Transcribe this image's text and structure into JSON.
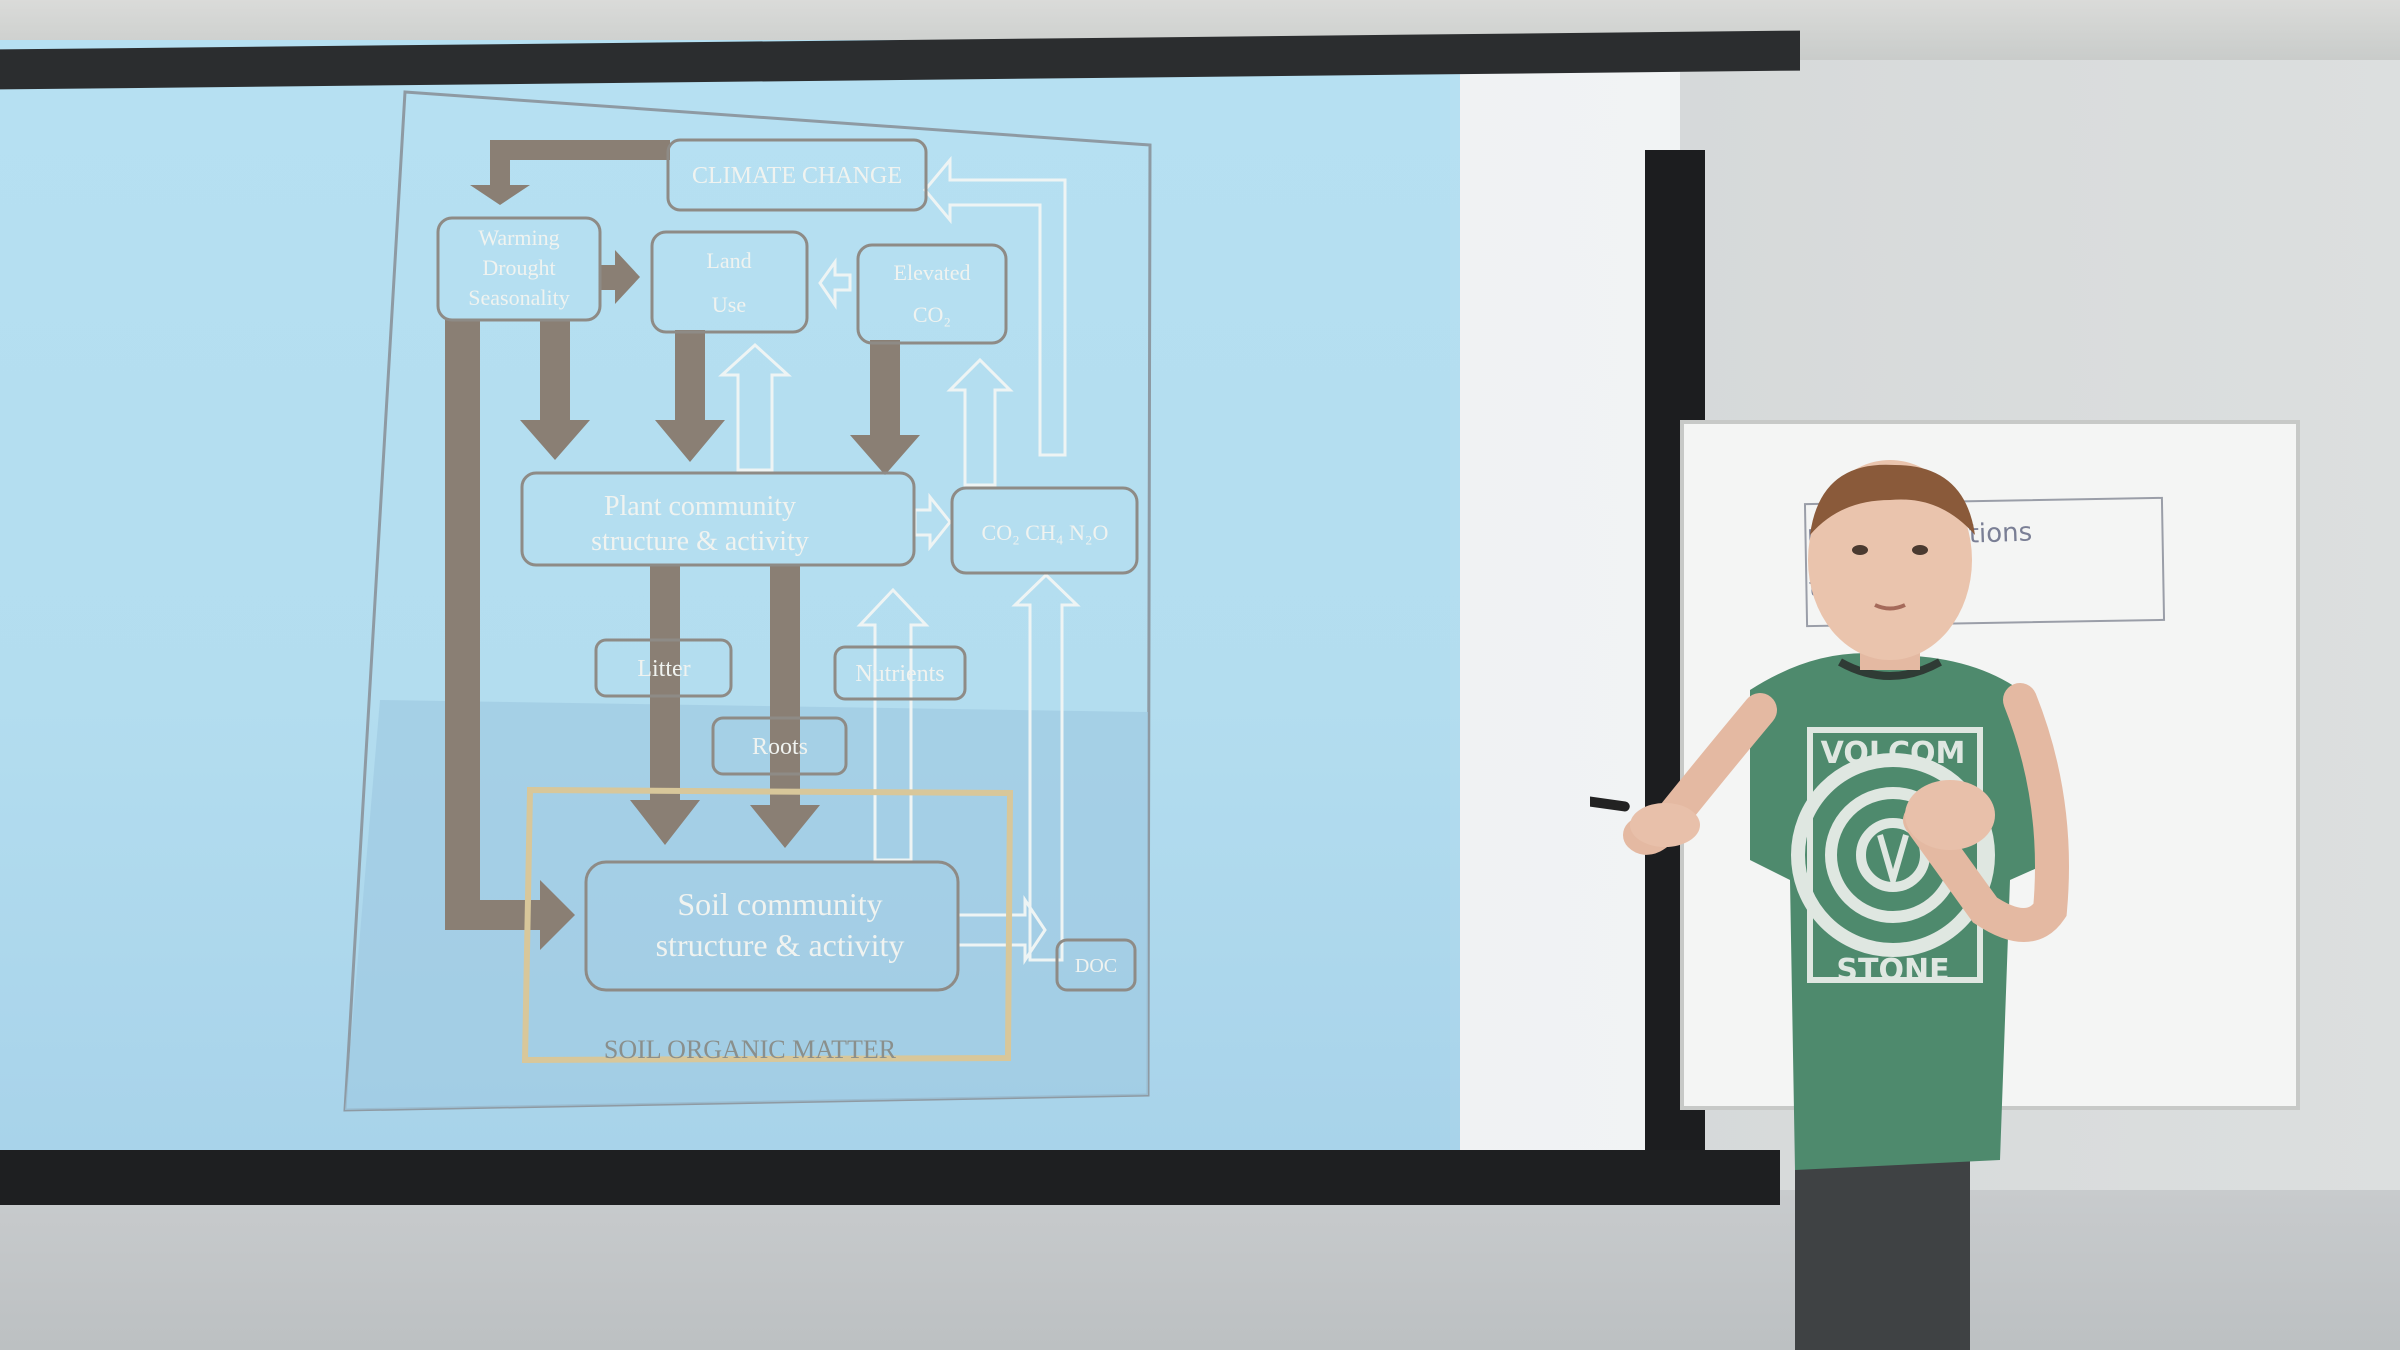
{
  "slide": {
    "climate_change": "CLIMATE CHANGE",
    "warming": [
      "Warming",
      "Drought",
      "Seasonality"
    ],
    "land_use": [
      "Land",
      "Use"
    ],
    "elevated_co2": [
      "Elevated",
      "CO₂"
    ],
    "plant_community": [
      "Plant  community",
      "structure & activity"
    ],
    "gases": "CO₂ CH₄ N₂O",
    "litter": "Litter",
    "nutrients": "Nutrients",
    "roots": "Roots",
    "soil_community": [
      "Soil community",
      "structure &  activity"
    ],
    "doc": "DOC",
    "soil_organic_matter": "SOIL ORGANIC MATTER"
  },
  "whiteboard": {
    "lines": [
      "Upl…       …entations",
      "to …  … PC"
    ]
  },
  "presenter": {
    "shirt_text_top": "VOLCOM",
    "shirt_text_bottom": "STONE"
  },
  "colors": {
    "slide_bg": "#b3ddef",
    "arrow": "#8a7f74",
    "box_stroke": "#8e8b86",
    "highlight_box": "#d8c79a",
    "shirt": "#4e8a6d"
  }
}
